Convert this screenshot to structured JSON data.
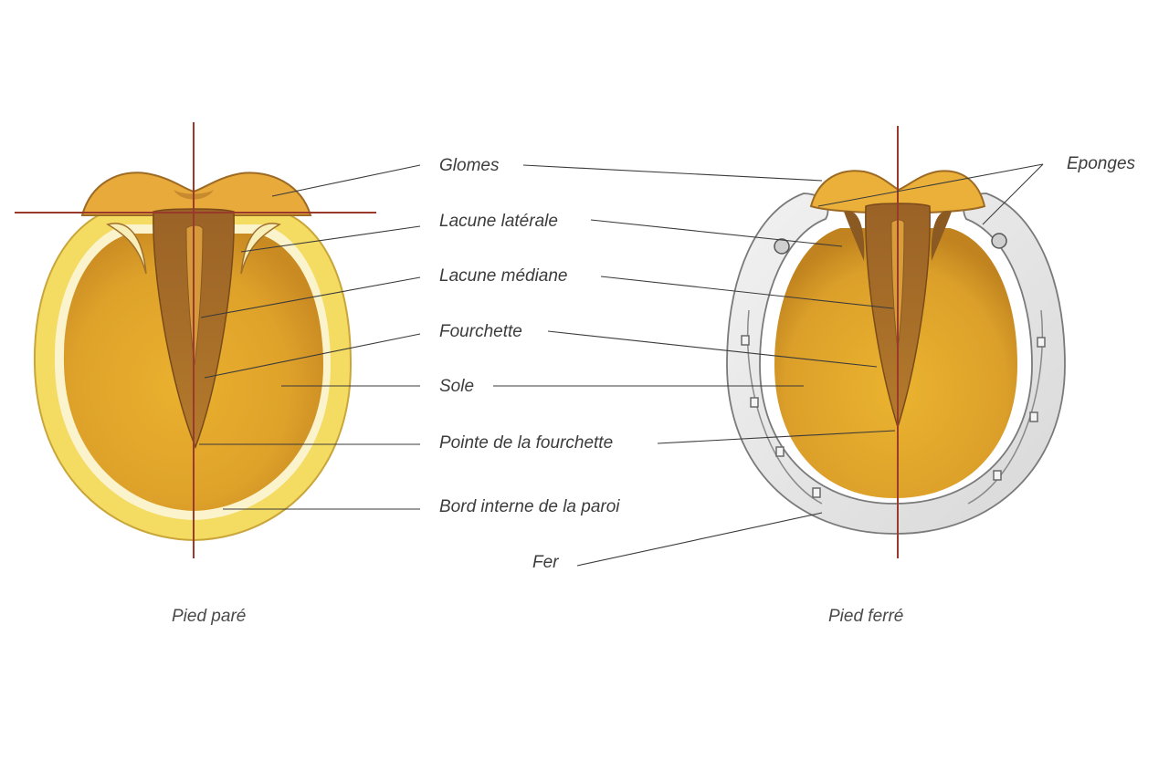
{
  "labels": {
    "glomes": "Glomes",
    "lacune_laterale": "Lacune latérale",
    "lacune_mediane": "Lacune médiane",
    "fourchette": "Fourchette",
    "sole": "Sole",
    "pointe_fourchette": "Pointe de la fourchette",
    "bord_interne_paroi": "Bord interne de la paroi",
    "fer": "Fer",
    "eponges": "Eponges"
  },
  "captions": {
    "pied_pare": "Pied paré",
    "pied_ferre": "Pied ferré"
  },
  "colors": {
    "wall": "#f2d85a",
    "wall_inner": "#fbf3c8",
    "sole": "#e0a52a",
    "sole_dark": "#c98a20",
    "frog": "#a8702a",
    "lacune": "#8a5a22",
    "bulb": "#e6a83a",
    "axis": "#9a3a2a",
    "shoe": "#e6e6e6",
    "shoe_edge": "#7a7a7a",
    "leader": "#3a3a3a"
  }
}
